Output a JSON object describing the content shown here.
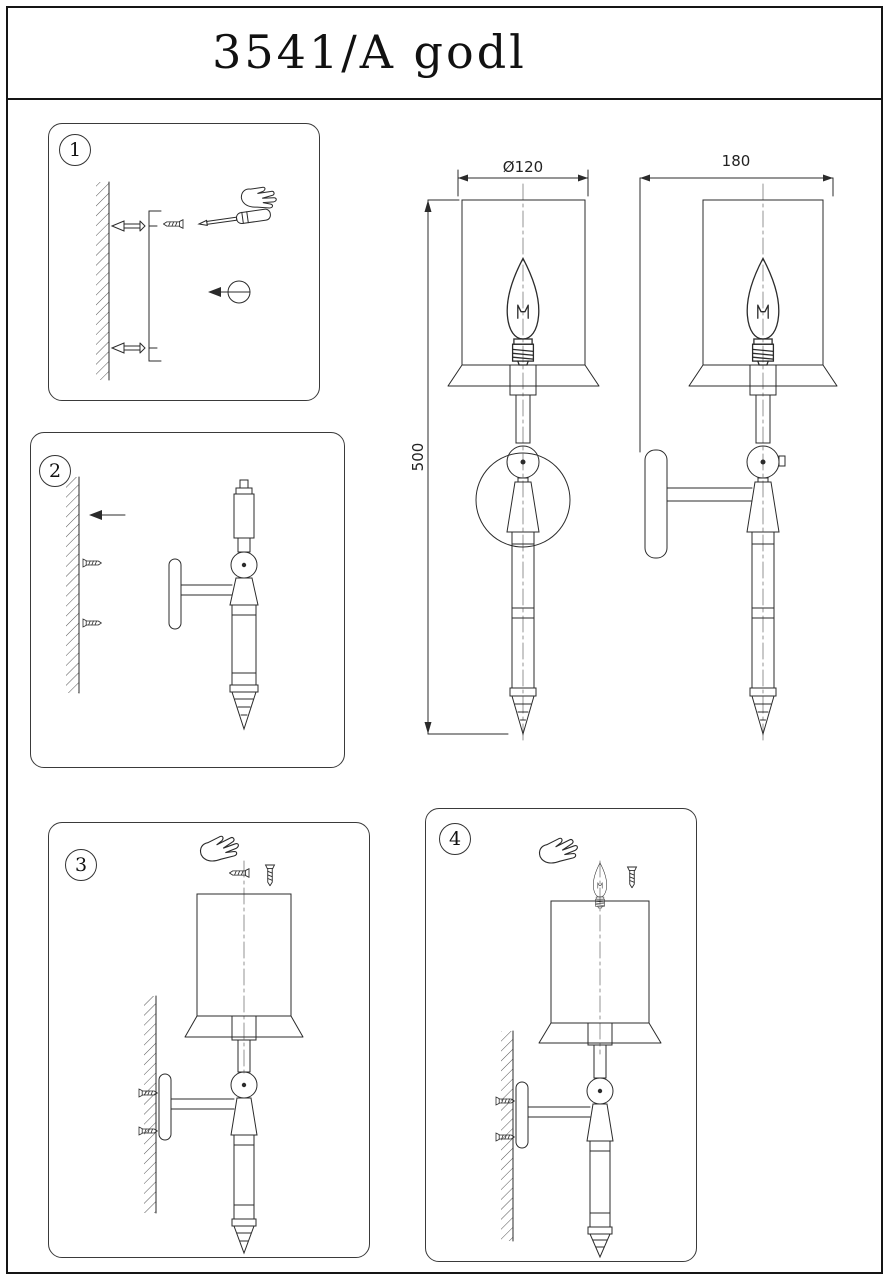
{
  "title": "3541/A godl",
  "steps": [
    {
      "number": "1"
    },
    {
      "number": "2"
    },
    {
      "number": "3"
    },
    {
      "number": "4"
    }
  ],
  "dimensions": {
    "diameter": "Ø120",
    "depth": "180",
    "height": "500"
  },
  "icons": {
    "hand": "pinching-hand",
    "screwdriver": "flat-screwdriver",
    "screw": "slotted-screw",
    "anchor": "wall-anchor",
    "arrow": "direction-arrow",
    "bulb": "candle-bulb"
  }
}
